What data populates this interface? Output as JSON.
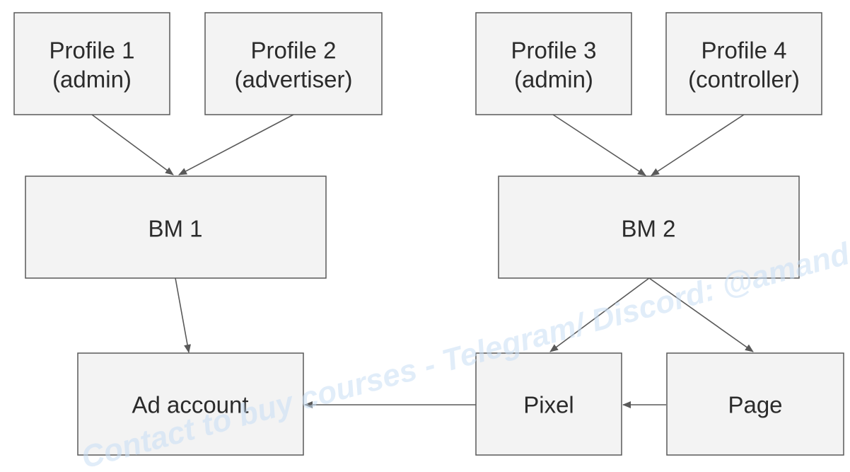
{
  "nodes": {
    "profile1": {
      "line1": "Profile 1",
      "line2": "(admin)"
    },
    "profile2": {
      "line1": "Profile 2",
      "line2": "(advertiser)"
    },
    "profile3": {
      "line1": "Profile 3",
      "line2": "(admin)"
    },
    "profile4": {
      "line1": "Profile 4",
      "line2": "(controller)"
    },
    "bm1": {
      "label": "BM 1"
    },
    "bm2": {
      "label": "BM 2"
    },
    "ad_account": {
      "label": "Ad account"
    },
    "pixel": {
      "label": "Pixel"
    },
    "page": {
      "label": "Page"
    }
  },
  "edges": [
    {
      "from": "Profile 1",
      "to": "BM 1"
    },
    {
      "from": "Profile 2",
      "to": "BM 1"
    },
    {
      "from": "Profile 3",
      "to": "BM 2"
    },
    {
      "from": "Profile 4",
      "to": "BM 2"
    },
    {
      "from": "BM 1",
      "to": "Ad account"
    },
    {
      "from": "BM 2",
      "to": "Pixel"
    },
    {
      "from": "BM 2",
      "to": "Page"
    },
    {
      "from": "Page",
      "to": "Pixel"
    },
    {
      "from": "Pixel",
      "to": "Ad account"
    }
  ],
  "watermark": {
    "text": "Contact to buy courses - Telegram/ Discord: @amanda"
  },
  "colors": {
    "box_fill": "#f3f3f3",
    "box_border": "#595959",
    "text": "#2b2b2b",
    "arrow": "#595959",
    "watermark": "#c9dff5"
  }
}
